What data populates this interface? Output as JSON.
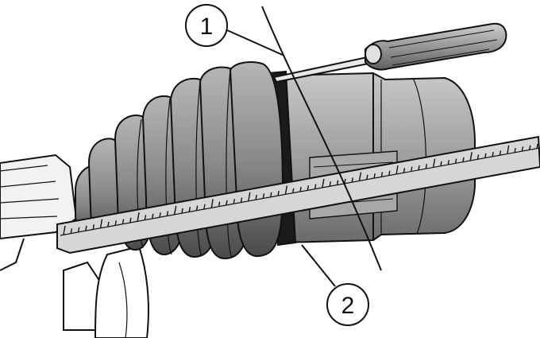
{
  "figure": {
    "callouts": [
      {
        "id": "1",
        "label": "1"
      },
      {
        "id": "2",
        "label": "2"
      }
    ],
    "colors": {
      "ink": "#111111",
      "boot_fill": "#8a8a8a",
      "boot_shade": "#5a5a5a",
      "housing_fill": "#9a9a9a",
      "ruler_fill": "#cfcfcf",
      "paper": "#ffffff"
    },
    "icons": [
      "screwdriver-icon",
      "ruler-icon",
      "cv-joint-boot-icon"
    ]
  }
}
